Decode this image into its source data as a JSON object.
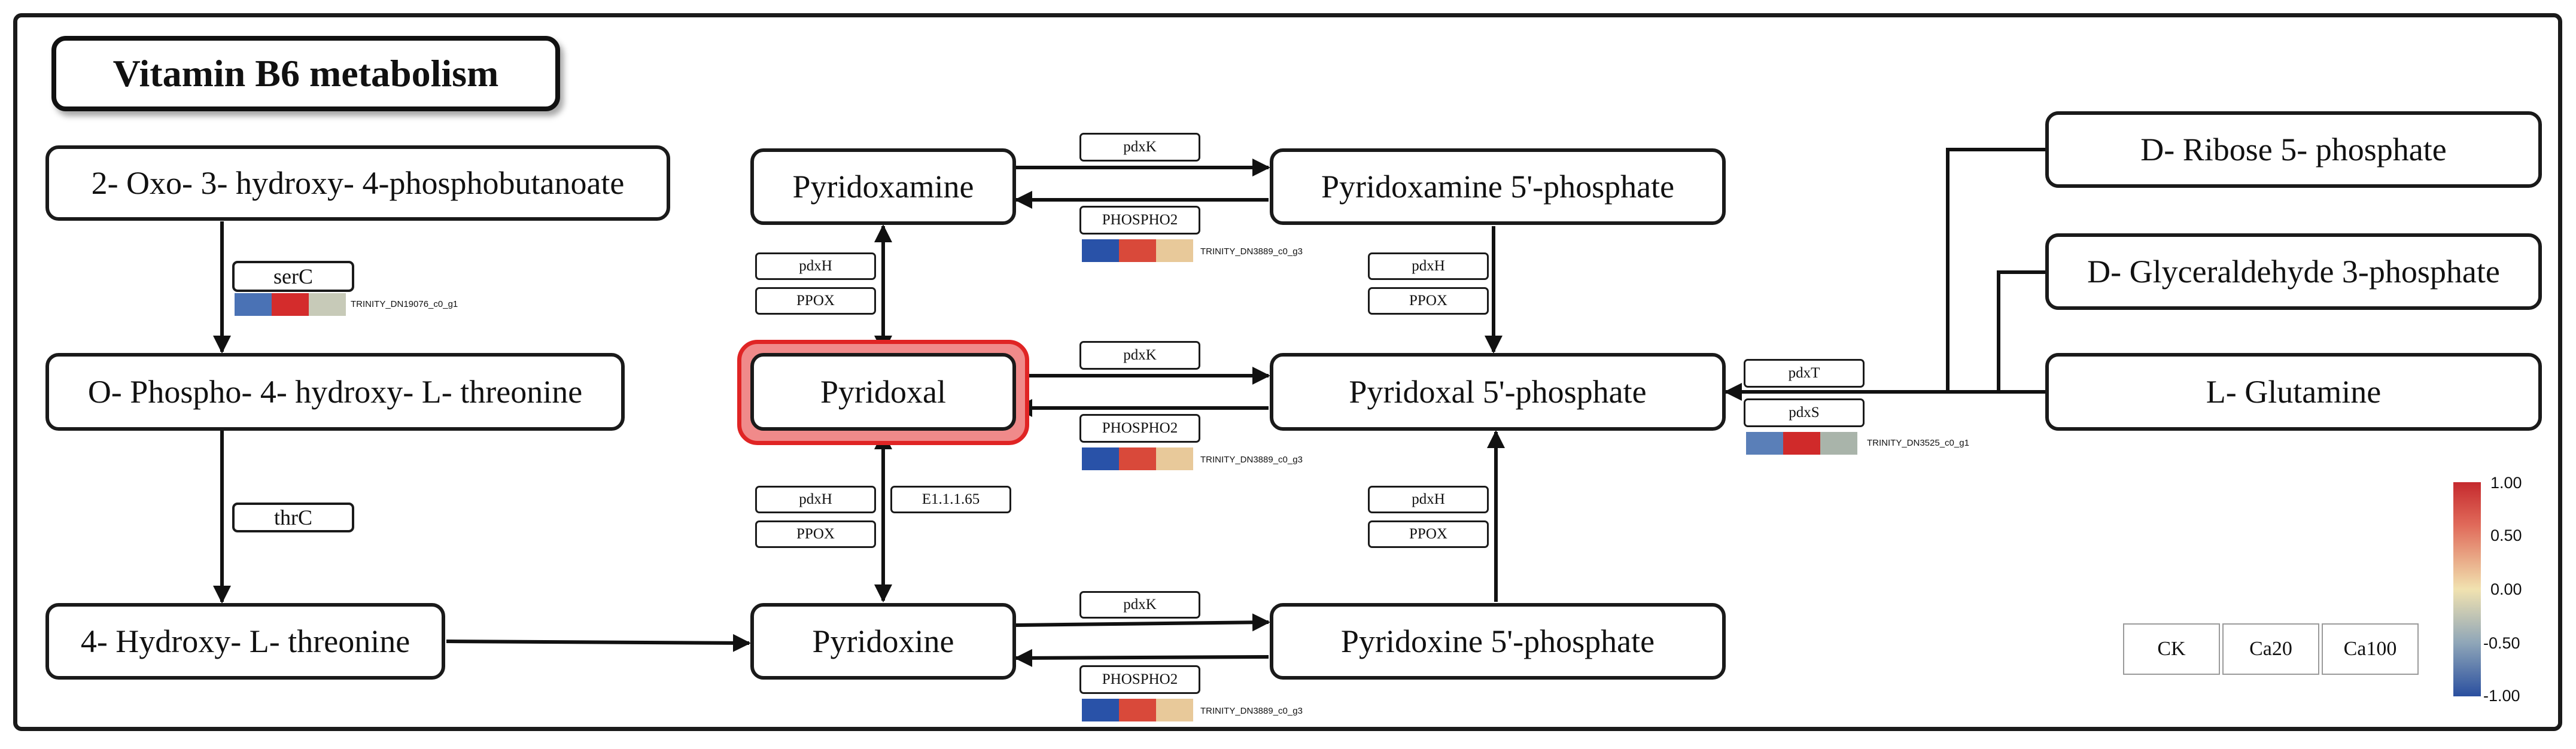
{
  "title": "Vitamin B6 metabolism",
  "nodes": {
    "oxo": "2- Oxo- 3- hydroxy- 4-phosphobutanoate",
    "ophospho": "O- Phospho- 4- hydroxy- L- threonine",
    "hydroxythr": "4- Hydroxy- L- threonine",
    "pyridoxamine": "Pyridoxamine",
    "pmp": "Pyridoxamine 5'-phosphate",
    "pyridoxal": "Pyridoxal",
    "plp": "Pyridoxal 5'-phosphate",
    "pyridoxine": "Pyridoxine",
    "pnp": "Pyridoxine 5'-phosphate",
    "ribose": "D- Ribose 5- phosphate",
    "glyceraldehyde": "D- Glyceraldehyde 3-phosphate",
    "glutamine": "L- Glutamine"
  },
  "enzymes": {
    "serC": "serC",
    "thrC": "thrC",
    "pdxK_top": "pdxK",
    "phospho2_top": "PHOSPHO2",
    "pdxH_l1": "pdxH",
    "ppox_l1": "PPOX",
    "pdxH_r1": "pdxH",
    "ppox_r1": "PPOX",
    "pdxK_mid": "pdxK",
    "phospho2_mid": "PHOSPHO2",
    "pdxT": "pdxT",
    "pdxS": "pdxS",
    "pdxH_l2": "pdxH",
    "ppox_l2": "PPOX",
    "e11165": "E1.1.1.65",
    "pdxH_r2": "pdxH",
    "ppox_r2": "PPOX",
    "pdxK_bot": "pdxK",
    "phospho2_bot": "PHOSPHO2"
  },
  "genes": {
    "serC": {
      "id": "TRINITY_DN19076_c0_g1",
      "colors": [
        "#4a72b5",
        "#d42c2c",
        "#c7cab8"
      ]
    },
    "phospho2_top": {
      "id": "TRINITY_DN3889_c0_g3",
      "colors": [
        "#2952a8",
        "#d9493a",
        "#e8c99a"
      ]
    },
    "phospho2_mid": {
      "id": "TRINITY_DN3889_c0_g3",
      "colors": [
        "#2952a8",
        "#d9493a",
        "#e8c99a"
      ]
    },
    "pdxS": {
      "id": "TRINITY_DN3525_c0_g1",
      "colors": [
        "#5a7fb8",
        "#d02a2a",
        "#a9b4aa"
      ]
    },
    "phospho2_bot": {
      "id": "TRINITY_DN3889_c0_g3",
      "colors": [
        "#2952a8",
        "#d9493a",
        "#e8c99a"
      ]
    }
  },
  "legend": {
    "samples": [
      "CK",
      "Ca20",
      "Ca100"
    ],
    "scale_ticks": [
      "1.00",
      "0.50",
      "0.00",
      "-0.50",
      "-1.00"
    ],
    "scale_colors": {
      "high": "#c52a2e",
      "mid": "#f1e2b0",
      "low": "#2a4f9f"
    }
  },
  "highlight_color": "#f08a8a"
}
